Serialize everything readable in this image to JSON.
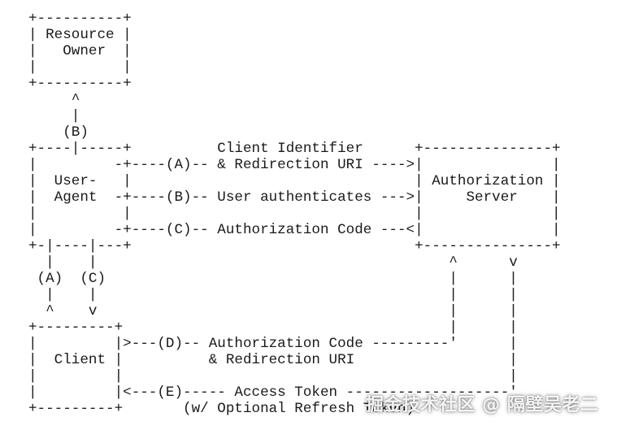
{
  "diagram": {
    "lines": [
      "+----------+",
      "| Resource |",
      "|   Owner  |",
      "|          |",
      "+----------+",
      "     ^",
      "     |",
      "    (B)",
      "+----|-----+          Client Identifier      +---------------+",
      "|         -+----(A)-- & Redirection URI ---->|               |",
      "|  User-   |                                 | Authorization |",
      "|  Agent  -+----(B)-- User authenticates --->|     Server    |",
      "|          |                                 |               |",
      "|         -+----(C)-- Authorization Code ---<|               |",
      "+-|----|---+                                 +---------------+",
      "  |    |                                         ^      v",
      " (A)  (C)                                        |      |",
      "  |    |                                         |      |",
      "  ^    v                                         |      |",
      "+---------+                                      |      |",
      "|         |>---(D)-- Authorization Code ---------'      |",
      "|  Client |          & Redirection URI                  |",
      "|         |                                             |",
      "|         |<---(E)----- Access Token -------------------'",
      "+---------+       (w/ Optional Refresh Token)"
    ],
    "watermark": "掘金技术社区 @ 隔壁吴老二"
  }
}
